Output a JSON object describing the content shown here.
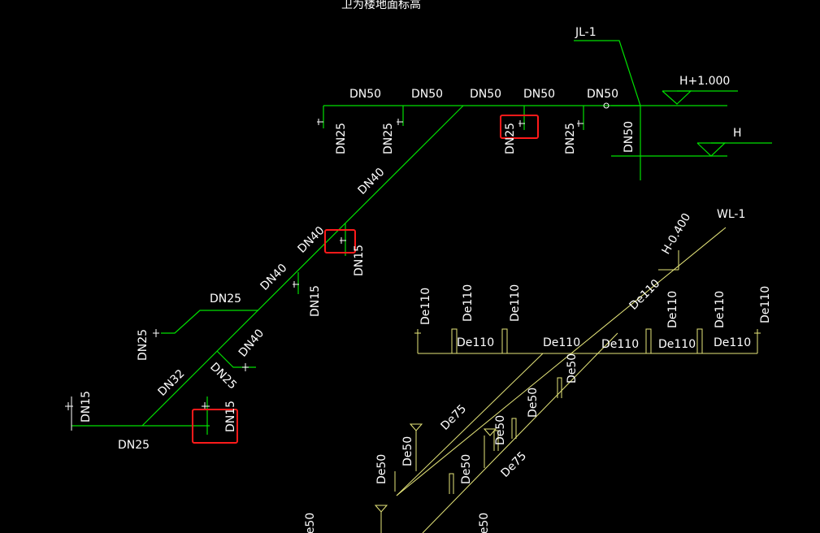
{
  "title": "卫为楼地面标高",
  "labels": [
    {
      "id": "jl1",
      "text": "JL-1"
    },
    {
      "id": "hplus",
      "text": "H+1.000"
    },
    {
      "id": "h",
      "text": "H"
    },
    {
      "id": "wl1",
      "text": "WL-1"
    },
    {
      "id": "hminus",
      "text": "H-0.400"
    },
    {
      "id": "t_dn50_1",
      "text": "DN50"
    },
    {
      "id": "t_dn50_2",
      "text": "DN50"
    },
    {
      "id": "t_dn50_3",
      "text": "DN50"
    },
    {
      "id": "t_dn50_4",
      "text": "DN50"
    },
    {
      "id": "t_dn50_5",
      "text": "DN50"
    },
    {
      "id": "t_dn50_v",
      "text": "DN50"
    },
    {
      "id": "t_dn25_a",
      "text": "DN25"
    },
    {
      "id": "t_dn25_b",
      "text": "DN25"
    },
    {
      "id": "t_dn25_c",
      "text": "DN25"
    },
    {
      "id": "t_dn25_d",
      "text": "DN25"
    },
    {
      "id": "t_dn40_1",
      "text": "DN40"
    },
    {
      "id": "t_dn40_2",
      "text": "DN40"
    },
    {
      "id": "t_dn40_3",
      "text": "DN40"
    },
    {
      "id": "t_dn15_1",
      "text": "DN15"
    },
    {
      "id": "t_dn15_2",
      "text": "DN15"
    },
    {
      "id": "t_dn25_e",
      "text": "DN25"
    },
    {
      "id": "t_dn25_f",
      "text": "DN25"
    },
    {
      "id": "t_dn40_4",
      "text": "DN40"
    },
    {
      "id": "t_dn32",
      "text": "DN32"
    },
    {
      "id": "t_dn25_g",
      "text": "DN25"
    },
    {
      "id": "t_dn15_3",
      "text": "DN15"
    },
    {
      "id": "t_dn15_4",
      "text": "DN15"
    },
    {
      "id": "t_dn25_h",
      "text": "DN25"
    },
    {
      "id": "t_de110_v1",
      "text": "De110"
    },
    {
      "id": "t_de110_v2",
      "text": "De110"
    },
    {
      "id": "t_de110_v3",
      "text": "De110"
    },
    {
      "id": "t_de110_h1",
      "text": "De110"
    },
    {
      "id": "t_de110_h2",
      "text": "De110"
    },
    {
      "id": "t_de110_h3",
      "text": "De110"
    },
    {
      "id": "t_de110_h4",
      "text": "De110"
    },
    {
      "id": "t_de110_h5",
      "text": "De110"
    },
    {
      "id": "t_de110_v4",
      "text": "De110"
    },
    {
      "id": "t_de110_v5",
      "text": "De110"
    },
    {
      "id": "t_de110_v6",
      "text": "De110"
    },
    {
      "id": "t_de110_d",
      "text": "De110"
    },
    {
      "id": "t_de50_1",
      "text": "De50"
    },
    {
      "id": "t_de50_2",
      "text": "De50"
    },
    {
      "id": "t_de50_3",
      "text": "De50"
    },
    {
      "id": "t_de50_4",
      "text": "De50"
    },
    {
      "id": "t_de50_5",
      "text": "De50"
    },
    {
      "id": "t_de50_6",
      "text": "De50"
    },
    {
      "id": "t_de50_7",
      "text": "De50"
    },
    {
      "id": "t_de50_8",
      "text": "De50"
    },
    {
      "id": "t_de75_1",
      "text": "De75"
    },
    {
      "id": "t_de75_2",
      "text": "De75"
    }
  ]
}
